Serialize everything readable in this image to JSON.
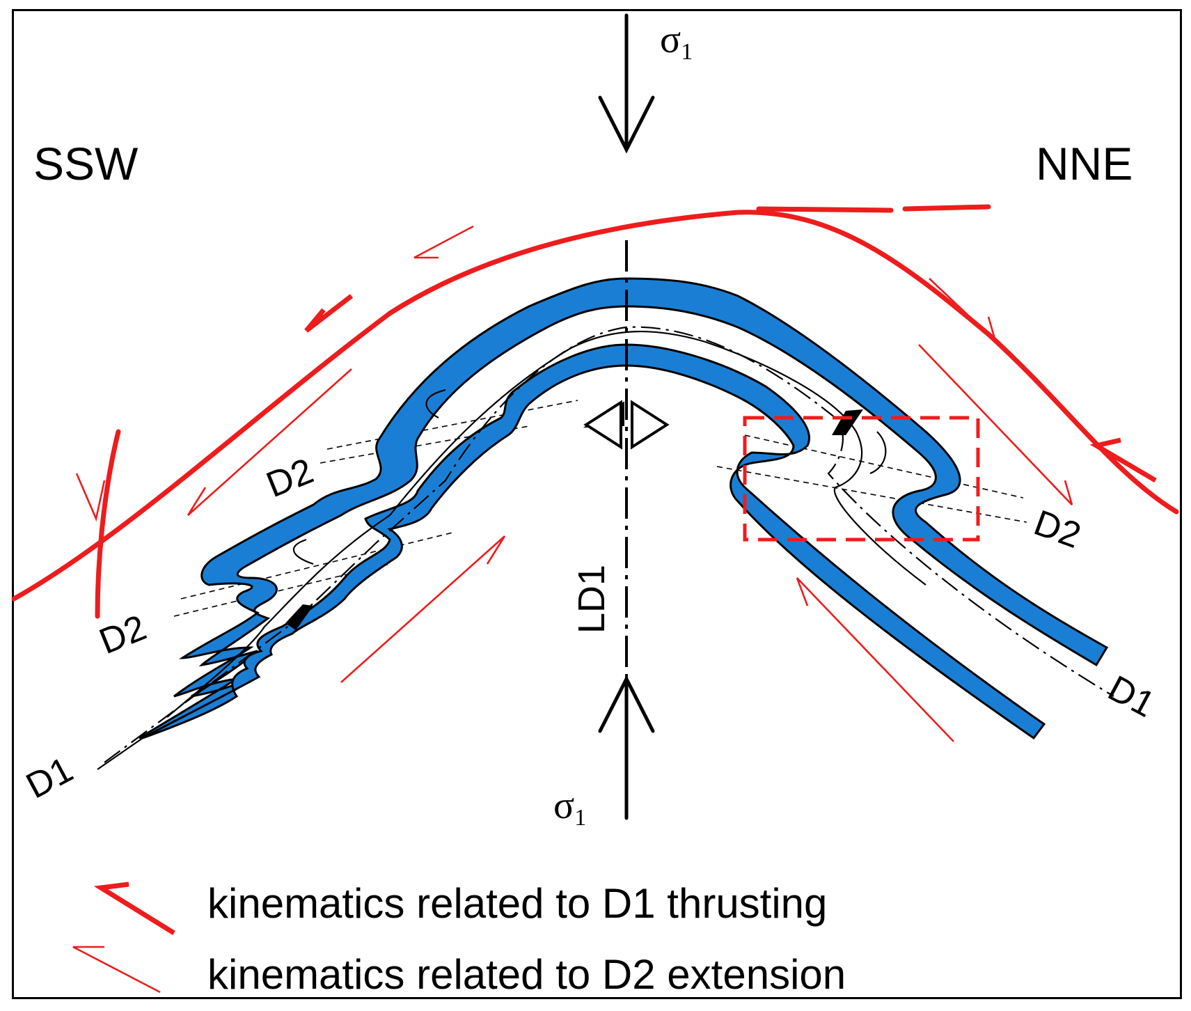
{
  "labels": {
    "direction_left": "SSW",
    "direction_right": "NNE",
    "sigma_top": "σ",
    "sigma_top_sub": "1",
    "sigma_bottom": "σ",
    "sigma_bottom_sub": "1",
    "axial_trace": "LD1",
    "d2_left_upper": "D2",
    "d2_left_lower": "D2",
    "d2_right": "D2",
    "d1_left": "D1",
    "d1_right": "D1",
    "d1_right_sub": "1"
  },
  "legend": {
    "thrusting": "kinematics related to D1 thrusting",
    "extension": "kinematics related to D2 extension"
  },
  "colors": {
    "layer": "#1a7fd4",
    "kinematics": "#ee1c1c",
    "ink": "#000000"
  }
}
